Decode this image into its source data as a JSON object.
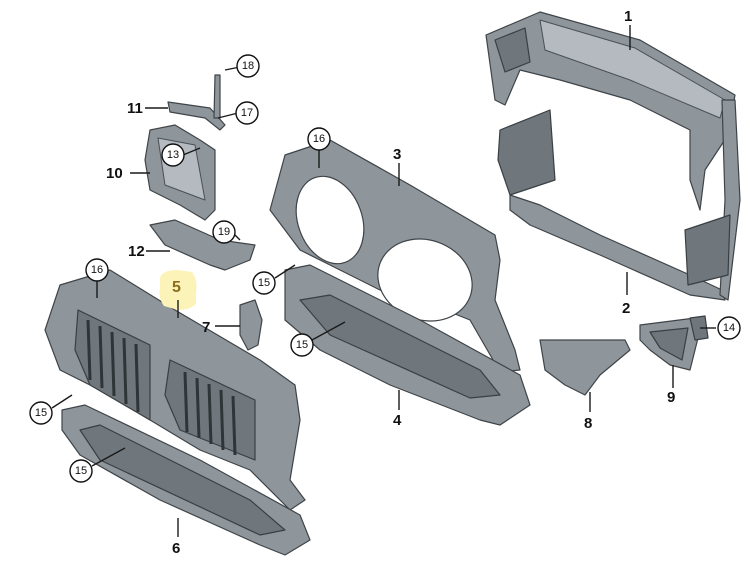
{
  "callouts": {
    "c1": "1",
    "c2": "2",
    "c3": "3",
    "c4": "4",
    "c5": "5",
    "c6": "6",
    "c7": "7",
    "c8": "8",
    "c9": "9",
    "c10": "10",
    "c11": "11",
    "c12": "12",
    "c13": "13",
    "c14": "14",
    "c15a": "15",
    "c15b": "15",
    "c15c": "15",
    "c15d": "15",
    "c16a": "16",
    "c16b": "16",
    "c17": "17",
    "c18": "18",
    "c19": "19"
  },
  "highlight_color": "#fbf3b8",
  "part_color": "#8e969c"
}
